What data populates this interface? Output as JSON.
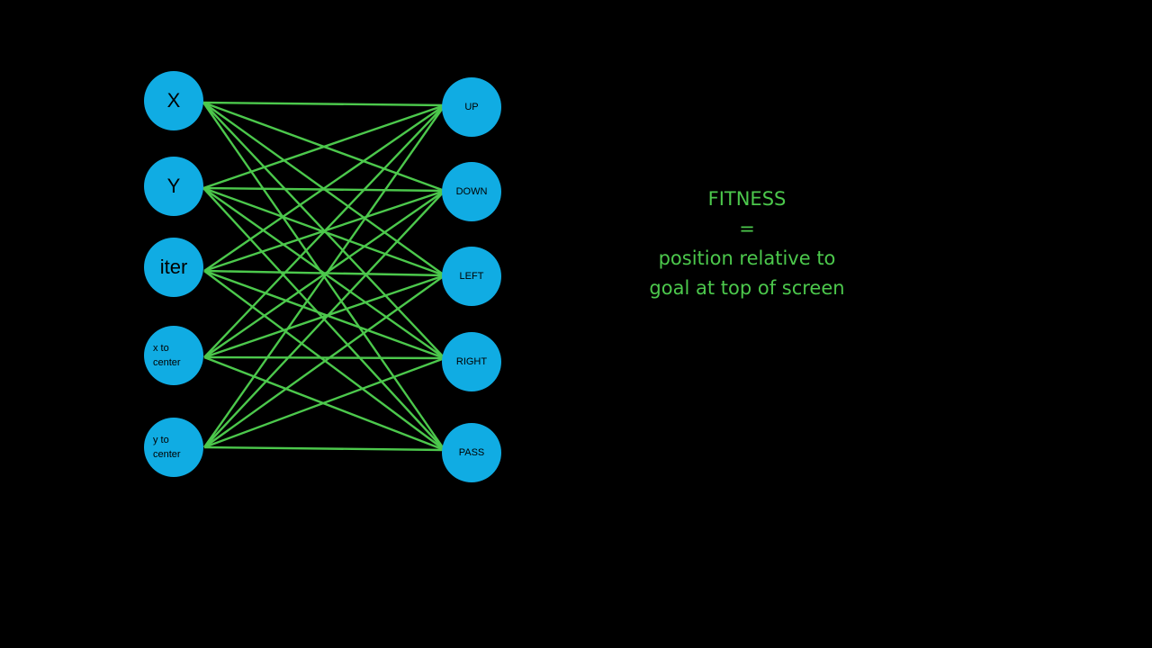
{
  "colors": {
    "background": "#000000",
    "node_fill": "#10ACE3",
    "connection": "#4CC84C",
    "fitness_text": "#4CC84C",
    "node_text": "#000000"
  },
  "network": {
    "inputs": [
      {
        "label": "X"
      },
      {
        "label": "Y"
      },
      {
        "label": "iter"
      },
      {
        "label": "x to\ncenter"
      },
      {
        "label": "y to\ncenter"
      }
    ],
    "outputs": [
      {
        "label": "UP"
      },
      {
        "label": "DOWN"
      },
      {
        "label": "LEFT"
      },
      {
        "label": "RIGHT"
      },
      {
        "label": "PASS"
      }
    ],
    "fully_connected": true
  },
  "fitness": {
    "line1": "FITNESS",
    "line2": "=",
    "line3": "position relative to",
    "line4": "goal at top of screen"
  }
}
